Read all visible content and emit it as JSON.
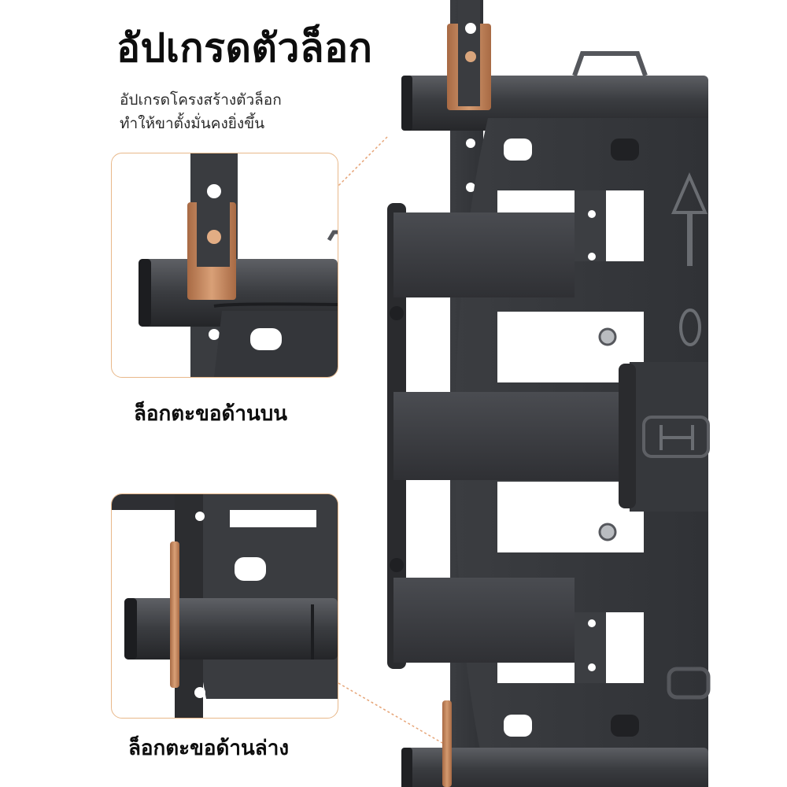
{
  "title": "อัปเกรดตัวล็อก",
  "subtitle": {
    "line1": "อัปเกรดโครงสร้างตัวล็อก",
    "line2": "ทำให้ขาตั้งมั่นคงยิ่งขึ้น"
  },
  "captions": {
    "top_hook": "ล็อกตะขอด้านบน",
    "bottom_hook": "ล็อกตะขอด้านล่าง"
  },
  "colors": {
    "metal_dark": "#2e2f33",
    "metal_mid": "#46484d",
    "metal_light": "#6a6d72",
    "lock_copper": "#c98a5e",
    "frame_border": "#e8b88a",
    "text": "#0d0d0d"
  }
}
